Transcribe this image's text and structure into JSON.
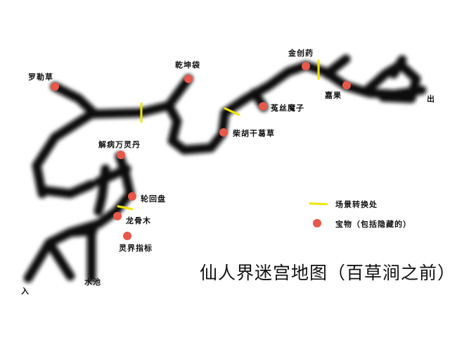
{
  "map": {
    "title": "仙人界迷宫地图（百草涧之前）",
    "entrance_label": "入",
    "exit_label": "出",
    "pool_label": "水池",
    "treasures": [
      {
        "id": "luolecao",
        "label": "罗勒草"
      },
      {
        "id": "qiankundai",
        "label": "乾坤袋"
      },
      {
        "id": "jinchuangyao",
        "label": "金创药"
      },
      {
        "id": "jiaguo",
        "label": "嘉果"
      },
      {
        "id": "tusimozi",
        "label": "菟丝魔子"
      },
      {
        "id": "chaihu",
        "label": "柴胡干葛草"
      },
      {
        "id": "jiebing",
        "label": "解病万灵丹"
      },
      {
        "id": "lunhuipan",
        "label": "轮回盘"
      },
      {
        "id": "longgumu",
        "label": "龙骨木"
      },
      {
        "id": "lingjie",
        "label": "灵界指标"
      }
    ],
    "legend": {
      "transition_label": "场景转换处",
      "treasure_label": "宝物（包括隐藏的）"
    },
    "colors": {
      "path": "#111111",
      "treasure": "#e8584a",
      "transition": "#f2e600",
      "background": "#ffffff"
    }
  }
}
